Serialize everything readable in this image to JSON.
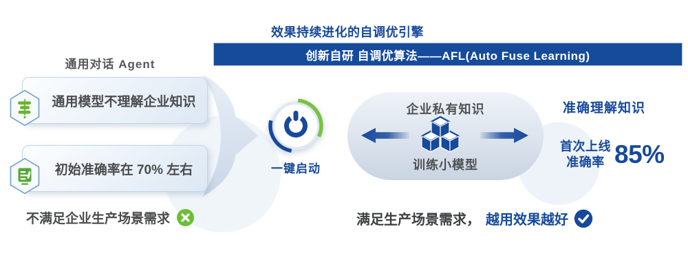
{
  "title": "效果持续进化的自调优引擎",
  "banner": {
    "text": "创新自研 自调优算法——AFL(Auto Fuse Learning)",
    "bg_color": "#164a9a"
  },
  "left_panel": {
    "heading": "通用对话 Agent",
    "items": [
      {
        "icon": "sliders-stack-icon",
        "text": "通用模型不理解企业知识"
      },
      {
        "icon": "report-doc-icon",
        "text": "初始准确率在 70% 左右"
      }
    ],
    "footer": {
      "text": "不满足企业生产场景需求",
      "status_icon": "cross-circle-icon"
    }
  },
  "launch": {
    "label": "一键启动",
    "icon": "power-icon"
  },
  "engine": {
    "top_label": "企业私有知识",
    "bottom_label": "训练小模型",
    "icon": "cubes-icon"
  },
  "results": {
    "line1": "准确理解知识",
    "metric_label_line1": "首次上线",
    "metric_label_line2": "准确率",
    "metric_value": "85%"
  },
  "footer_right": {
    "text_plain": "满足生产场景需求，",
    "text_highlight": "越用效果越好",
    "status_icon": "check-circle-icon"
  },
  "colors": {
    "primary_blue": "#164a9a",
    "green": "#6cbf33",
    "icon_green": "#5aa935",
    "text_gray": "#4b4c4e"
  }
}
